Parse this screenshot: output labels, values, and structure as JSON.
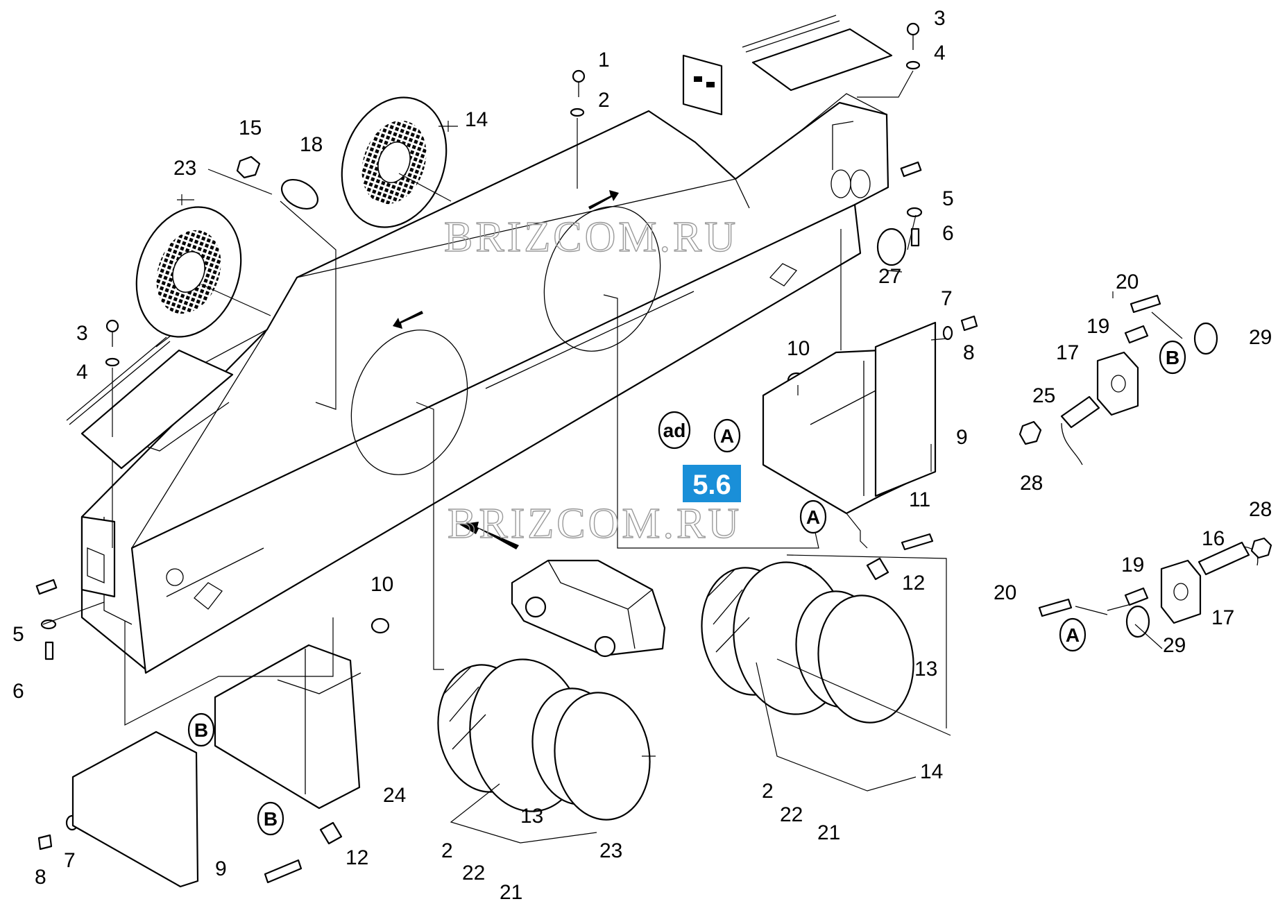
{
  "watermarks": [
    "BRIZCOM.RU",
    "BRIZCOM.RU"
  ],
  "reference": {
    "label": "5.6",
    "color": "#1a8fd8"
  },
  "sub_ref": "ad",
  "letters": [
    "A",
    "A",
    "A",
    "B",
    "B",
    "B"
  ],
  "callouts": [
    "1",
    "2",
    "3",
    "4",
    "14",
    "15",
    "18",
    "23",
    "3",
    "4",
    "5",
    "6",
    "27",
    "20",
    "19",
    "29",
    "17",
    "25",
    "28",
    "7",
    "8",
    "10",
    "9",
    "11",
    "28",
    "16",
    "19",
    "20",
    "17",
    "29",
    "12",
    "13",
    "14",
    "2",
    "22",
    "21",
    "10",
    "5",
    "6",
    "24",
    "9",
    "7",
    "8",
    "12",
    "13",
    "23",
    "2",
    "22",
    "21"
  ]
}
